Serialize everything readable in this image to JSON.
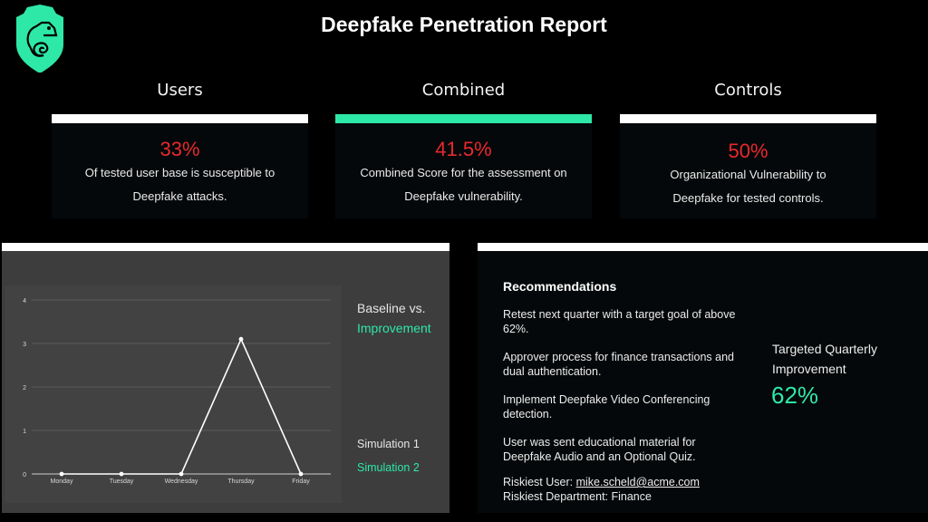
{
  "header": {
    "title": "Deepfake Penetration Report",
    "logo": "chameleon-shield-logo"
  },
  "colors": {
    "accent": "#2ee8a8",
    "alert": "#e8292d",
    "background": "#000000",
    "panel_dark": "#05080a",
    "panel_gray": "#3d3d3d"
  },
  "cards": [
    {
      "label": "Users",
      "value": "33%",
      "desc_line1": "Of tested user base is susceptible to",
      "desc_line2": "Deepfake attacks."
    },
    {
      "label": "Combined",
      "value": "41.5%",
      "desc_line1": "Combined Score for the assessment on",
      "desc_line2": "Deepfake vulnerability."
    },
    {
      "label": "Controls",
      "value": "50%",
      "desc_line1": "Organizational Vulnerability to",
      "desc_line2": "Deepfake for tested controls."
    }
  ],
  "chart_panel": {
    "legend_title_line1": "Baseline vs.",
    "legend_title_line2": "Improvement",
    "legend_items": [
      "Simulation 1",
      "Simulation 2"
    ]
  },
  "chart_data": {
    "type": "line",
    "title": "",
    "xlabel": "",
    "ylabel": "",
    "categories": [
      "Monday",
      "Tuesday",
      "Wednesday",
      "Thursday",
      "Friday"
    ],
    "series": [
      {
        "name": "Simulation 1",
        "values": [
          0,
          0,
          0,
          3.1,
          0
        ],
        "color": "#ffffff"
      }
    ],
    "yticks": [
      0,
      1,
      2,
      3,
      4
    ],
    "ylim": [
      0,
      4
    ],
    "grid": true,
    "legend": {
      "position": "right",
      "entries": [
        "Simulation 1",
        "Simulation 2"
      ]
    }
  },
  "recommendations": {
    "title": "Recommendations",
    "items": [
      "Retest next quarter with a target goal of above 62%.",
      "Approver process for finance transactions and dual authentication.",
      "Implement Deepfake Video Conferencing detection.",
      "User was sent educational material for Deepfake Audio and an Optional Quiz."
    ],
    "riskiest_user_label": "Riskiest User: ",
    "riskiest_user_email": "mike.scheld@acme.com",
    "riskiest_department": "Riskiest Department: Finance",
    "target_label_line1": "Targeted Quarterly",
    "target_label_line2": "Improvement",
    "target_value": "62%"
  }
}
